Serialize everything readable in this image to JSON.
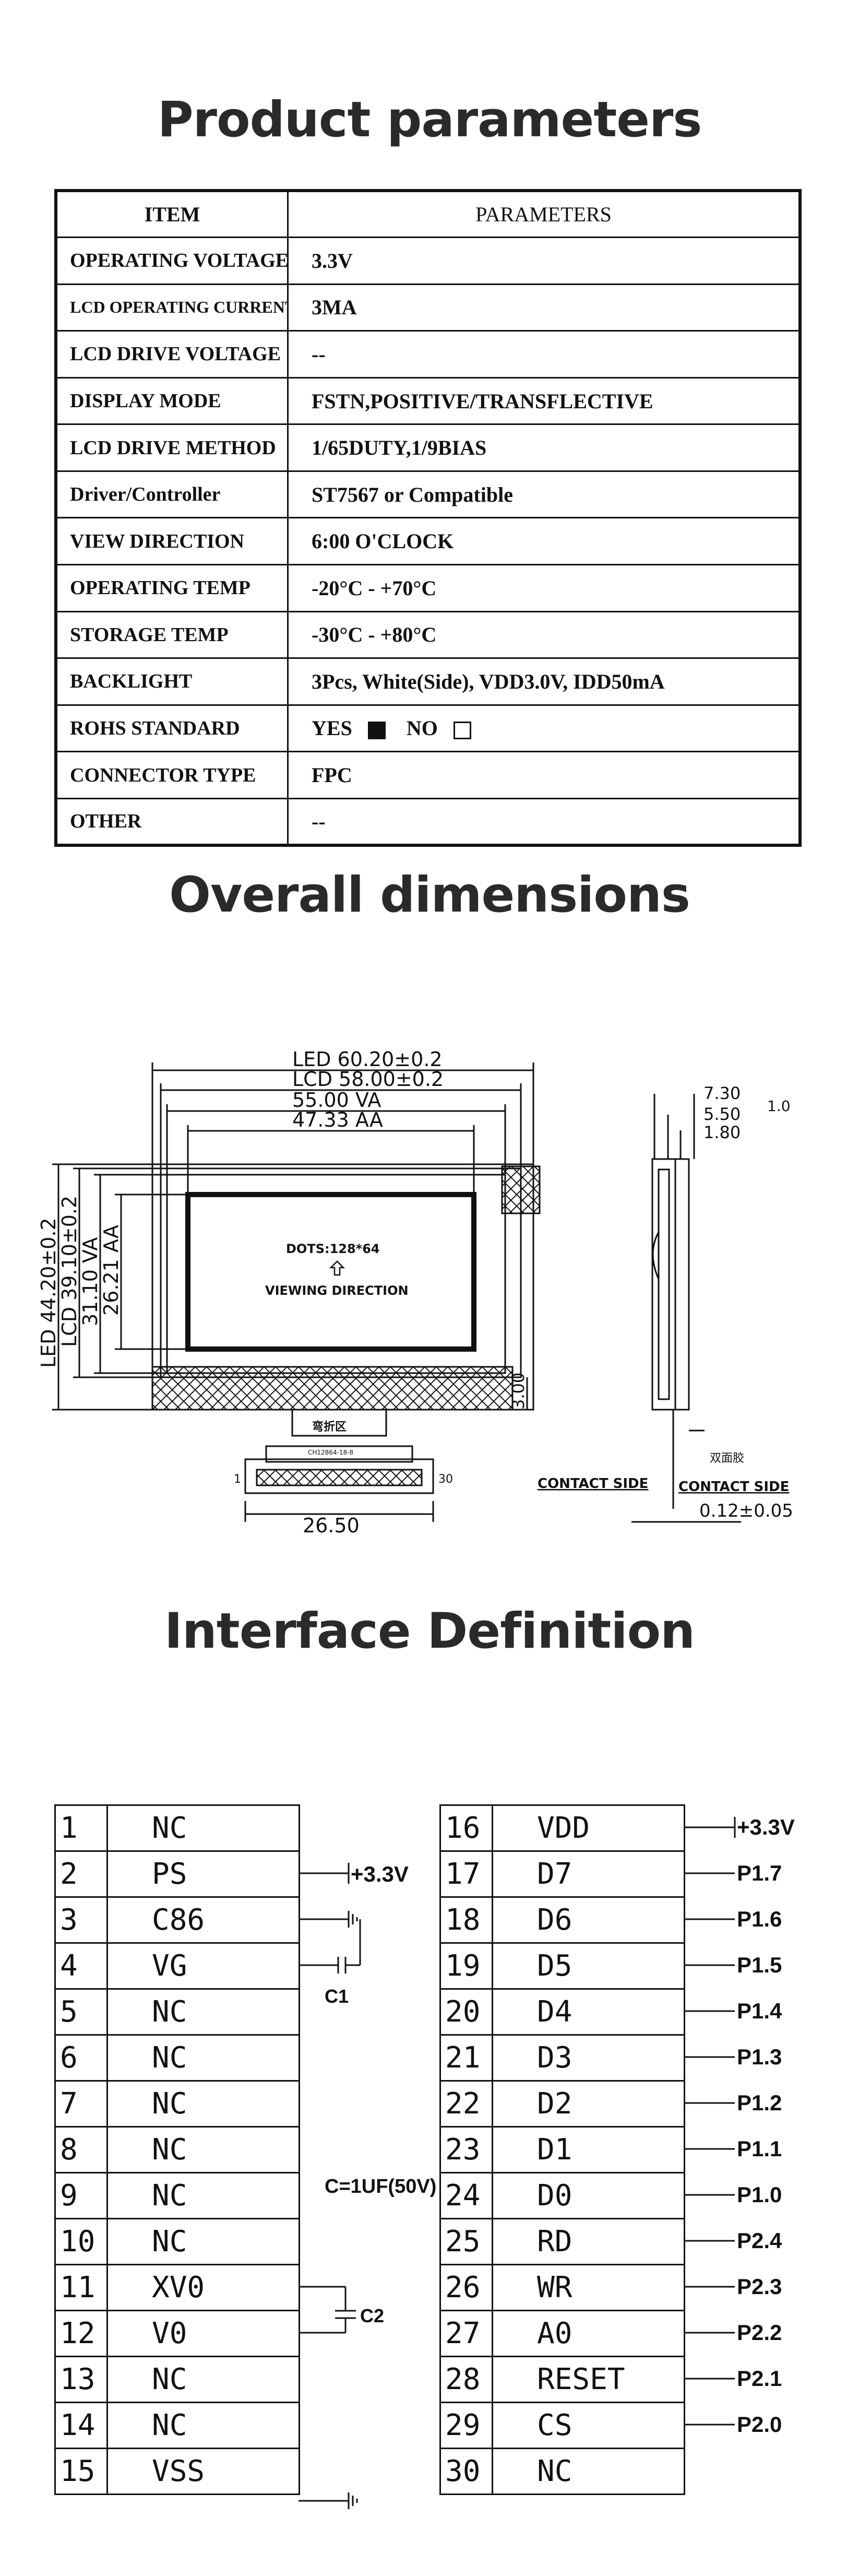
{
  "sections": {
    "params_title": "Product parameters",
    "dims_title": "Overall dimensions",
    "iface_title": "Interface Definition"
  },
  "params": {
    "header_item": "ITEM",
    "header_value": "PARAMETERS",
    "rows": [
      {
        "item": "OPERATING VOLTAGE",
        "value": "3.3V"
      },
      {
        "item": "LCD OPERATING CURRENT",
        "value": "3MA"
      },
      {
        "item": "LCD DRIVE VOLTAGE",
        "value": "--"
      },
      {
        "item": "DISPLAY MODE",
        "value": "FSTN,POSITIVE/TRANSFLECTIVE"
      },
      {
        "item": "LCD DRIVE METHOD",
        "value": "1/65DUTY,1/9BIAS"
      },
      {
        "item": "Driver/Controller",
        "value": "ST7567 or Compatible"
      },
      {
        "item": "VIEW DIRECTION",
        "value": "6:00 O'CLOCK"
      },
      {
        "item": "OPERATING TEMP",
        "value": "-20°C - +70°C"
      },
      {
        "item": "STORAGE TEMP",
        "value": "-30°C - +80°C"
      },
      {
        "item": "BACKLIGHT",
        "value": "3Pcs, White(Side), VDD3.0V, IDD50mA"
      },
      {
        "item": "ROHS STANDARD",
        "yes_label": "YES",
        "no_label": "NO",
        "yes_checked": true,
        "no_checked": false
      },
      {
        "item": "CONNECTOR TYPE",
        "value": "FPC"
      },
      {
        "item": "OTHER",
        "value": "--"
      }
    ]
  },
  "dimensions": {
    "led_width": "LED 60.20±0.2",
    "lcd_width": "LCD 58.00±0.2",
    "va_width": "55.00 VA",
    "aa_width": "47.33 AA",
    "led_height": "LED 44.20±0.2",
    "lcd_height": "LCD 39.10±0.2",
    "va_height": "31.10 VA",
    "aa_height": "26.21 AA",
    "bottom_offset": "3.00",
    "fpc_width": "26.50",
    "dots": "DOTS:128*64",
    "viewing_direction": "VIEWING DIRECTION",
    "fold_label": "弯折区",
    "part_label": "CH12864-18-8",
    "pin_first": "1",
    "pin_last": "30",
    "side_thickness_1": "7.30",
    "side_thickness_2": "5.50",
    "side_thickness_3": "1.80",
    "side_extra": "1.0",
    "tape_label": "双面胶",
    "contact_side_left": "CONTACT SIDE",
    "contact_side_right": "CONTACT SIDE",
    "fpc_thickness": "0.12±0.05"
  },
  "interface": {
    "left_pins": [
      {
        "num": "1",
        "sig": "NC"
      },
      {
        "num": "2",
        "sig": "PS"
      },
      {
        "num": "3",
        "sig": "C86"
      },
      {
        "num": "4",
        "sig": "VG"
      },
      {
        "num": "5",
        "sig": "NC"
      },
      {
        "num": "6",
        "sig": "NC"
      },
      {
        "num": "7",
        "sig": "NC"
      },
      {
        "num": "8",
        "sig": "NC"
      },
      {
        "num": "9",
        "sig": "NC"
      },
      {
        "num": "10",
        "sig": "NC"
      },
      {
        "num": "11",
        "sig": "XV0"
      },
      {
        "num": "12",
        "sig": "V0"
      },
      {
        "num": "13",
        "sig": "NC"
      },
      {
        "num": "14",
        "sig": "NC"
      },
      {
        "num": "15",
        "sig": "VSS"
      }
    ],
    "right_pins": [
      {
        "num": "16",
        "sig": "VDD"
      },
      {
        "num": "17",
        "sig": "D7"
      },
      {
        "num": "18",
        "sig": "D6"
      },
      {
        "num": "19",
        "sig": "D5"
      },
      {
        "num": "20",
        "sig": "D4"
      },
      {
        "num": "21",
        "sig": "D3"
      },
      {
        "num": "22",
        "sig": "D2"
      },
      {
        "num": "23",
        "sig": "D1"
      },
      {
        "num": "24",
        "sig": "D0"
      },
      {
        "num": "25",
        "sig": "RD"
      },
      {
        "num": "26",
        "sig": "WR"
      },
      {
        "num": "27",
        "sig": "A0"
      },
      {
        "num": "28",
        "sig": "RESET"
      },
      {
        "num": "29",
        "sig": "CS"
      },
      {
        "num": "30",
        "sig": "NC"
      }
    ],
    "left_net_ps": "+3.3V",
    "cap_c1": "C1",
    "cap_c2": "C2",
    "cap_note": "C=1UF(50V)",
    "right_nets": [
      "+3.3V",
      "P1.7",
      "P1.6",
      "P1.5",
      "P1.4",
      "P1.3",
      "P1.2",
      "P1.1",
      "P1.0",
      "P2.4",
      "P2.3",
      "P2.2",
      "P2.1",
      "P2.0"
    ]
  },
  "colors": {
    "ink": "#111111",
    "heading": "#2a2a2a",
    "background": "#ffffff"
  }
}
